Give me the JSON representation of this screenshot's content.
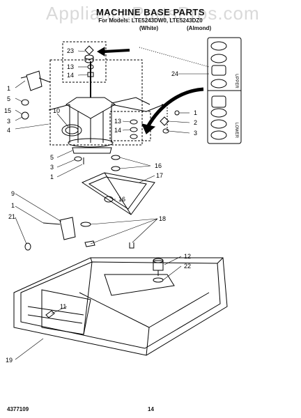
{
  "watermark": "AppliancePartsPros.com",
  "title": "MACHINE BASE PARTS",
  "models": "For Models: LTE5243DW0, LTE5243DZ0",
  "color_white": "(White)",
  "color_almond": "(Almond)",
  "side_labels": {
    "upper": "UPPER",
    "lower": "LOWER"
  },
  "callouts": {
    "c1a": "1",
    "c5": "5",
    "c15": "15",
    "c3a": "3",
    "c4": "4",
    "c10": "10",
    "c23": "23",
    "c13a": "13",
    "c14a": "14",
    "c24": "24",
    "c13b": "13",
    "c14b": "14",
    "c1b": "1",
    "c2": "2",
    "c3b": "3",
    "c5b": "5",
    "c3c": "3",
    "c1c": "1",
    "c16a": "16",
    "c17": "17",
    "c16b": "16",
    "c9": "9",
    "c1d": "1",
    "c21": "21",
    "c18": "18",
    "c12": "12",
    "c22": "22",
    "c11": "11",
    "c19": "19"
  },
  "footer_left": "4377109",
  "footer_page": "14"
}
